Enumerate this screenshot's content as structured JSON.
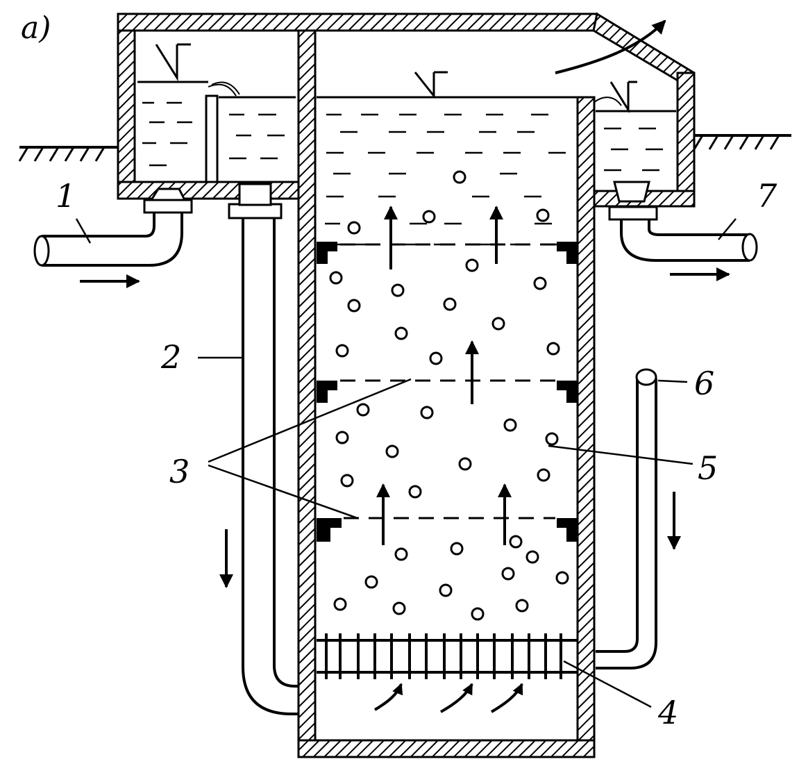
{
  "figure_label": "a)",
  "callouts": {
    "c1": "1",
    "c2": "2",
    "c3": "3",
    "c4": "4",
    "c5": "5",
    "c6": "6",
    "c7": "7"
  },
  "colors": {
    "ink": "#000000",
    "paper": "#ffffff"
  }
}
